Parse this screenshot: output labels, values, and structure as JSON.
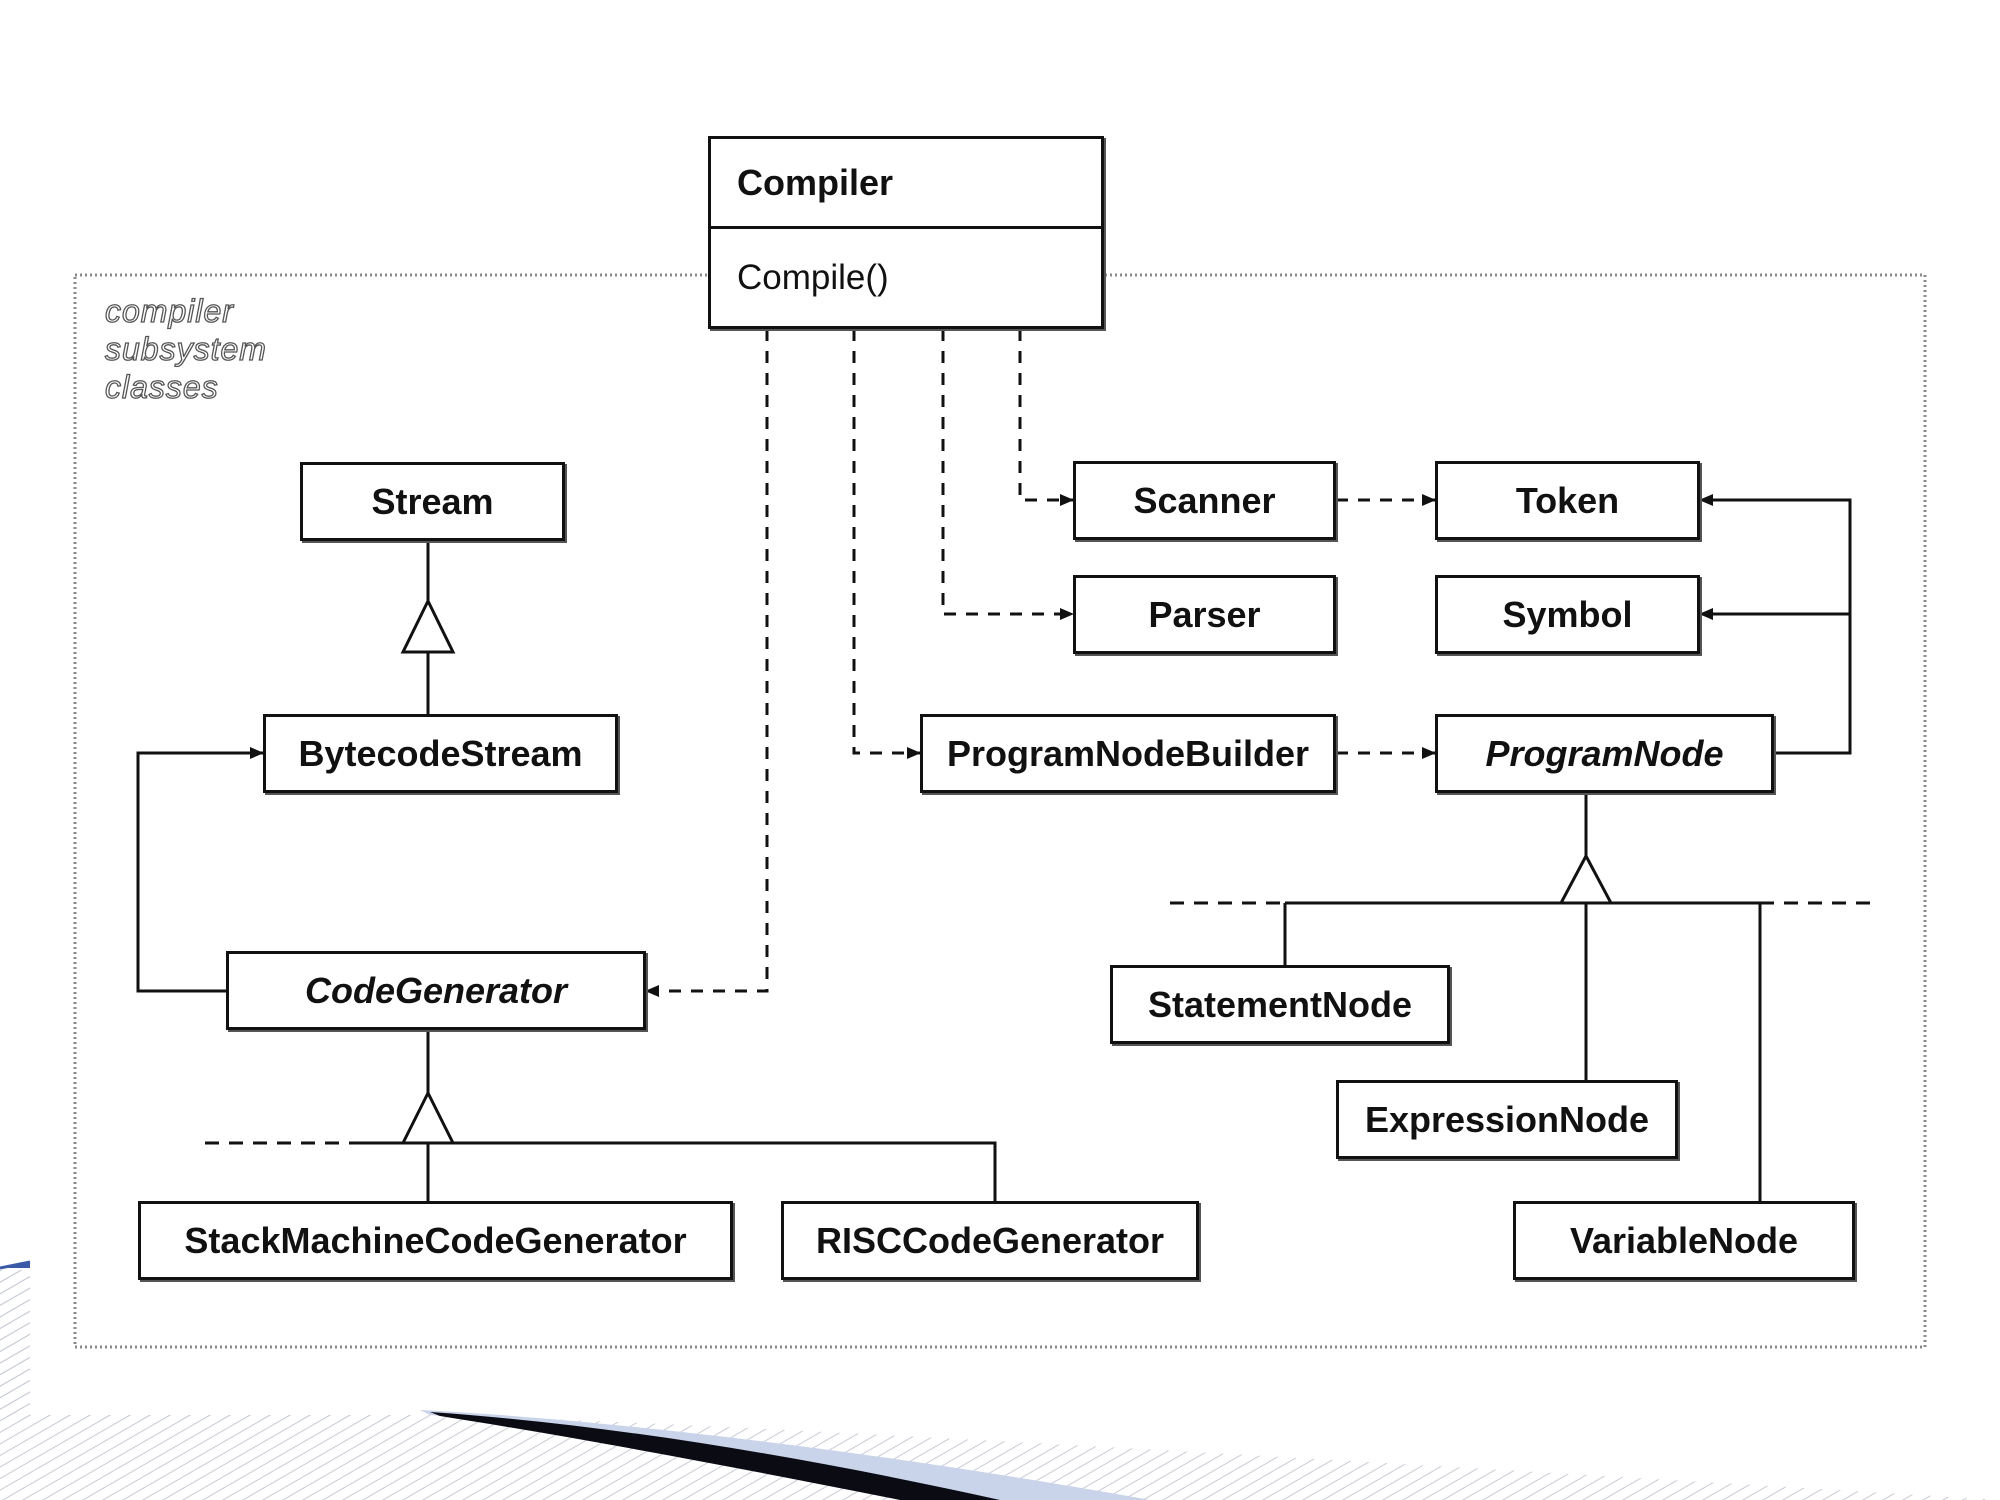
{
  "package": {
    "label_lines": [
      "compiler",
      "subsystem",
      "classes"
    ]
  },
  "compiler": {
    "name": "Compiler",
    "operation": "Compile()"
  },
  "classes": {
    "stream": "Stream",
    "bytecode_stream": "BytecodeStream",
    "code_generator": "CodeGenerator",
    "stack_machine_code_generator": "StackMachineCodeGenerator",
    "risc_code_generator": "RISCCodeGenerator",
    "scanner": "Scanner",
    "token": "Token",
    "parser": "Parser",
    "symbol": "Symbol",
    "program_node_builder": "ProgramNodeBuilder",
    "program_node": "ProgramNode",
    "statement_node": "StatementNode",
    "expression_node": "ExpressionNode",
    "variable_node": "VariableNode"
  },
  "abstract_classes": [
    "CodeGenerator",
    "ProgramNode"
  ],
  "relationships": [
    {
      "from": "Compiler",
      "to": "Scanner",
      "kind": "dependency"
    },
    {
      "from": "Compiler",
      "to": "Parser",
      "kind": "dependency"
    },
    {
      "from": "Compiler",
      "to": "ProgramNodeBuilder",
      "kind": "dependency"
    },
    {
      "from": "Compiler",
      "to": "CodeGenerator",
      "kind": "dependency"
    },
    {
      "from": "Scanner",
      "to": "Token",
      "kind": "dependency"
    },
    {
      "from": "ProgramNodeBuilder",
      "to": "ProgramNode",
      "kind": "dependency"
    },
    {
      "from": "ProgramNode",
      "to": "Token",
      "kind": "association"
    },
    {
      "from": "ProgramNode",
      "to": "Symbol",
      "kind": "association"
    },
    {
      "from": "CodeGenerator",
      "to": "BytecodeStream",
      "kind": "association"
    },
    {
      "from": "BytecodeStream",
      "to": "Stream",
      "kind": "inheritance"
    },
    {
      "from": "StackMachineCodeGenerator",
      "to": "CodeGenerator",
      "kind": "inheritance"
    },
    {
      "from": "RISCCodeGenerator",
      "to": "CodeGenerator",
      "kind": "inheritance"
    },
    {
      "from": "StatementNode",
      "to": "ProgramNode",
      "kind": "inheritance"
    },
    {
      "from": "ExpressionNode",
      "to": "ProgramNode",
      "kind": "inheritance"
    },
    {
      "from": "VariableNode",
      "to": "ProgramNode",
      "kind": "inheritance"
    }
  ],
  "colors": {
    "ink": "#111111",
    "package_border": "#8a8a8a",
    "slide_stripe": "#c9d3ea",
    "slide_dark": "#0b0b14"
  }
}
